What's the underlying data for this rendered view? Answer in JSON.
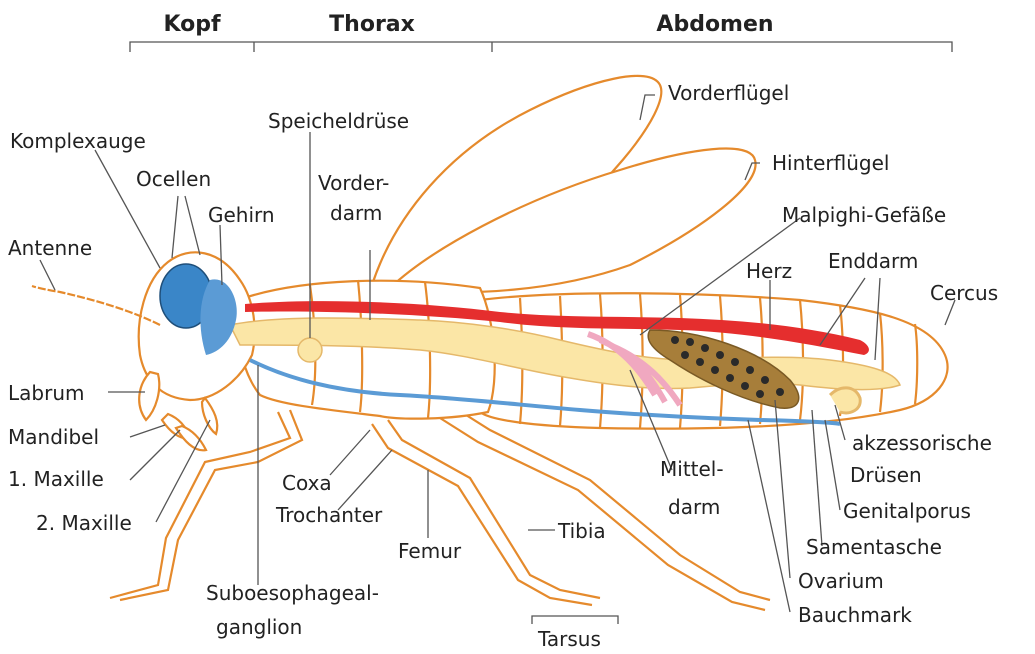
{
  "sections": {
    "head": "Kopf",
    "thorax": "Thorax",
    "abdomen": "Abdomen"
  },
  "labels": {
    "komplexauge": "Komplexauge",
    "ocellen": "Ocellen",
    "gehirn": "Gehirn",
    "antenne": "Antenne",
    "speicheldruese": "Speicheldrüse",
    "vorderdarm_1": "Vorder-",
    "vorderdarm_2": "darm",
    "vorderfluegel": "Vorderflügel",
    "hinterfluegel": "Hinterflügel",
    "malpighi": "Malpighi-Gefäße",
    "herz": "Herz",
    "enddarm": "Enddarm",
    "cercus": "Cercus",
    "labrum": "Labrum",
    "mandibel": "Mandibel",
    "maxille1": "1. Maxille",
    "maxille2": "2. Maxille",
    "akzessorische_1": "akzessorische",
    "akzessorische_2": "Drüsen",
    "genitalporus": "Genitalporus",
    "samentasche": "Samentasche",
    "ovarium": "Ovarium",
    "bauchmark": "Bauchmark",
    "mitteldarm_1": "Mittel-",
    "mitteldarm_2": "darm",
    "tibia": "Tibia",
    "coxa": "Coxa",
    "trochanter": "Trochanter",
    "femur": "Femur",
    "suboesophageal_1": "Suboesophageal-",
    "suboesophageal_2": "ganglion",
    "tarsus": "Tarsus"
  },
  "colors": {
    "outline": "#e58a2c",
    "eye": "#3a86c8",
    "nerve": "#5b9bd5",
    "gut": "#fbe6a6",
    "heart": "#e52e2e",
    "malpighi": "#f0a8c0",
    "ovary": "#a77e3a"
  }
}
